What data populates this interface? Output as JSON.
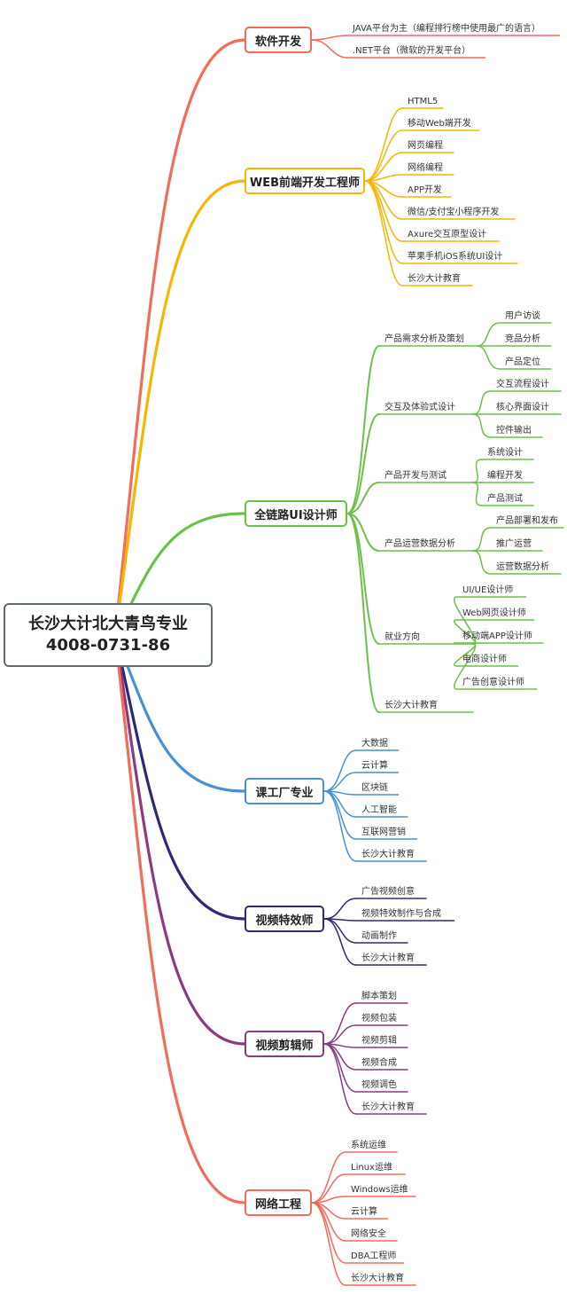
{
  "root": {
    "line1": "长沙大计北大青鸟专业",
    "line2": "4008-0731-86"
  },
  "branches": [
    {
      "label": "软件开发",
      "color": "#f26b5b",
      "children": [
        "JAVA平台为主（编程排行榜中使用最广的语言）",
        ".NET平台（微软的开发平台）"
      ]
    },
    {
      "label": "WEB前端开发工程师",
      "color": "#f7b500",
      "children": [
        "HTML5",
        "移动Web端开发",
        "网页编程",
        "网络编程",
        "APP开发",
        "微信/支付宝小程序开发",
        "Axure交互原型设计",
        "苹果手机iOS系统UI设计",
        "长沙大计教育"
      ]
    },
    {
      "label": "全链路UI设计师",
      "color": "#6cc04a",
      "subs": [
        {
          "label": "产品需求分析及策划",
          "children": [
            "用户访谈",
            "竞品分析",
            "产品定位"
          ]
        },
        {
          "label": "交互及体验式设计",
          "children": [
            "交互流程设计",
            "核心界面设计",
            "控件输出"
          ]
        },
        {
          "label": "产品开发与测试",
          "children": [
            "系统设计",
            "编程开发",
            "产品测试"
          ]
        },
        {
          "label": "产品运营数据分析",
          "children": [
            "产品部署和发布",
            "推广运营",
            "运营数据分析"
          ]
        },
        {
          "label": "就业方向",
          "children": [
            "UI/UE设计师",
            "Web网页设计师",
            "移动端APP设计师",
            "电商设计师",
            "广告创意设计师"
          ]
        },
        {
          "label": "长沙大计教育",
          "children": []
        }
      ]
    },
    {
      "label": "课工厂专业",
      "color": "#4a8fd6",
      "children": [
        "大数据",
        "云计算",
        "区块链",
        "人工智能",
        "互联网营销",
        "长沙大计教育"
      ]
    },
    {
      "label": "视频特效师",
      "color": "#2e2a7a",
      "children": [
        "广告视频创意",
        "视频特效制作与合成",
        "动画制作",
        "长沙大计教育"
      ]
    },
    {
      "label": "视频剪辑师",
      "color": "#8c3a7e",
      "children": [
        "脚本策划",
        "视频包装",
        "视频剪辑",
        "视频合成",
        "视频调色",
        "长沙大计教育"
      ]
    },
    {
      "label": "网络工程",
      "color": "#f26b5b",
      "children": [
        "系统运维",
        "Linux运维",
        "Windows运维",
        "云计算",
        "网络安全",
        "DBA工程师",
        "长沙大计教育"
      ]
    }
  ]
}
